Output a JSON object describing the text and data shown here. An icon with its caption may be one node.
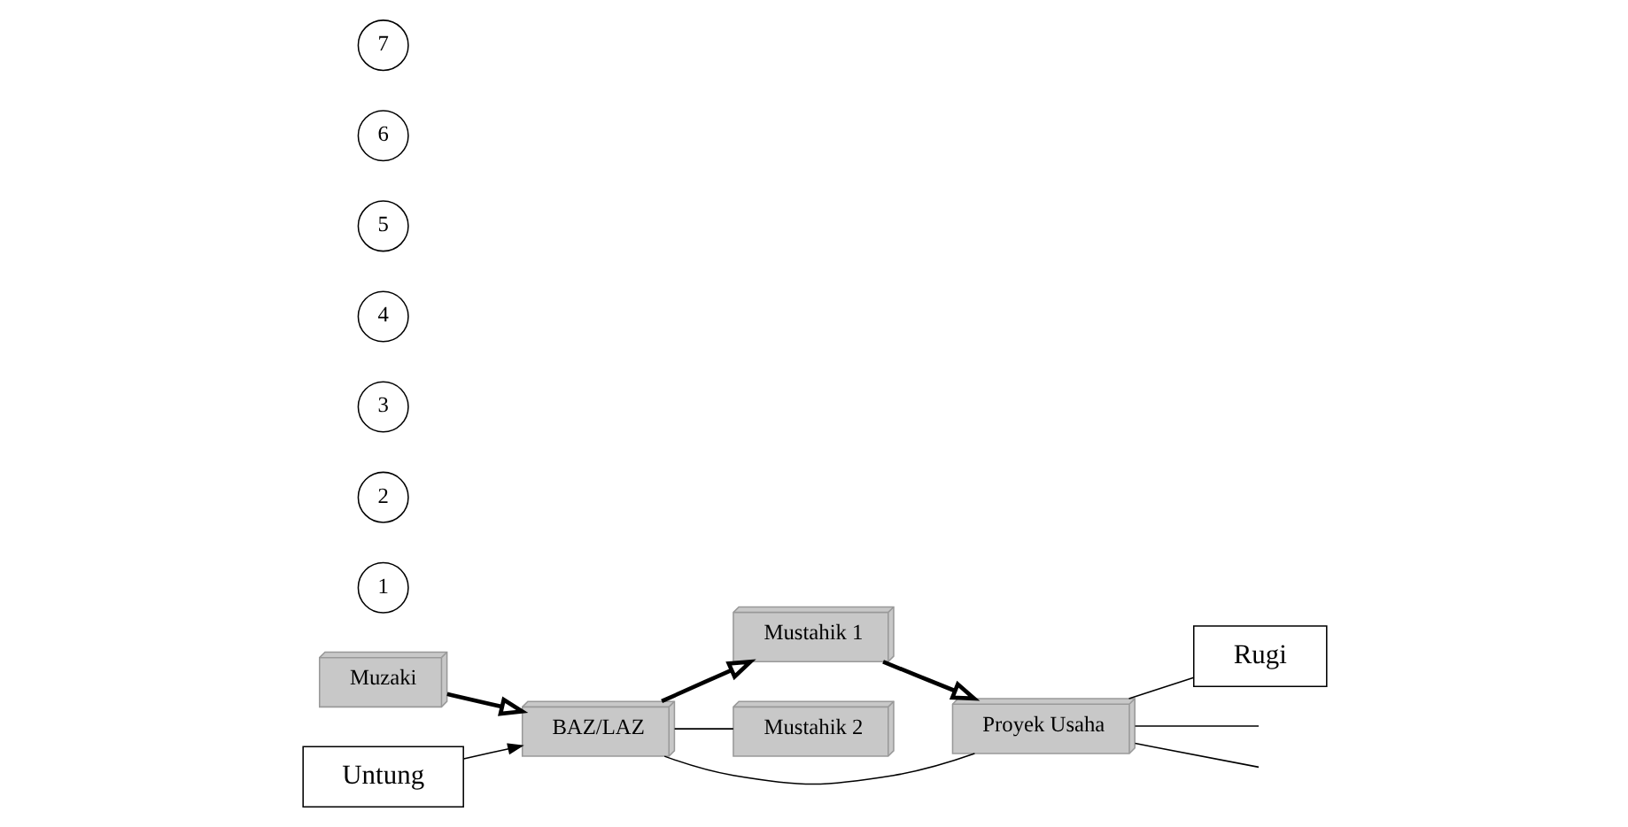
{
  "diagram": {
    "nodes": [
      {
        "text": [
          "Muzaki"
        ]
      },
      {
        "text": [
          "BAZ/LAZ"
        ]
      },
      {
        "text": [
          "Mustahik 1"
        ]
      },
      {
        "text": [
          "Proyek Usaha"
        ]
      },
      {
        "text": [
          "Rugi"
        ]
      },
      {
        "text": [
          "Untung"
        ]
      },
      {
        "text": [
          "Mustahik 2"
        ]
      },
      {
        "text": [
          "1"
        ]
      },
      {
        "text": [
          "2"
        ]
      },
      {
        "text": [
          "3"
        ]
      },
      {
        "text": [
          "4"
        ]
      },
      {
        "text": [
          "5"
        ]
      },
      {
        "text": [
          "6"
        ]
      },
      {
        "text": [
          "7"
        ]
      }
    ],
    "edges": [
      {
        "from": 0,
        "to": 1,
        "arrow": "to",
        "style": "thick"
      },
      {
        "from": 1,
        "to": 2,
        "arrow": "to",
        "style": "thick"
      },
      {
        "from": 2,
        "to": 3,
        "arrow": "to",
        "style": "thick"
      },
      {
        "from": 3,
        "to": 4,
        "arrow": "none"
      },
      {
        "from": 3,
        "to": null,
        "arrow": "none"
      },
      {
        "from": 3,
        "to": null,
        "arrow": "none"
      },
      {
        "from": 5,
        "to": 1,
        "arrow": "to"
      },
      {
        "from": 3,
        "to": 1,
        "arrow": "none"
      },
      {
        "from": 1,
        "to": 6,
        "arrow": "none"
      }
    ]
  }
}
